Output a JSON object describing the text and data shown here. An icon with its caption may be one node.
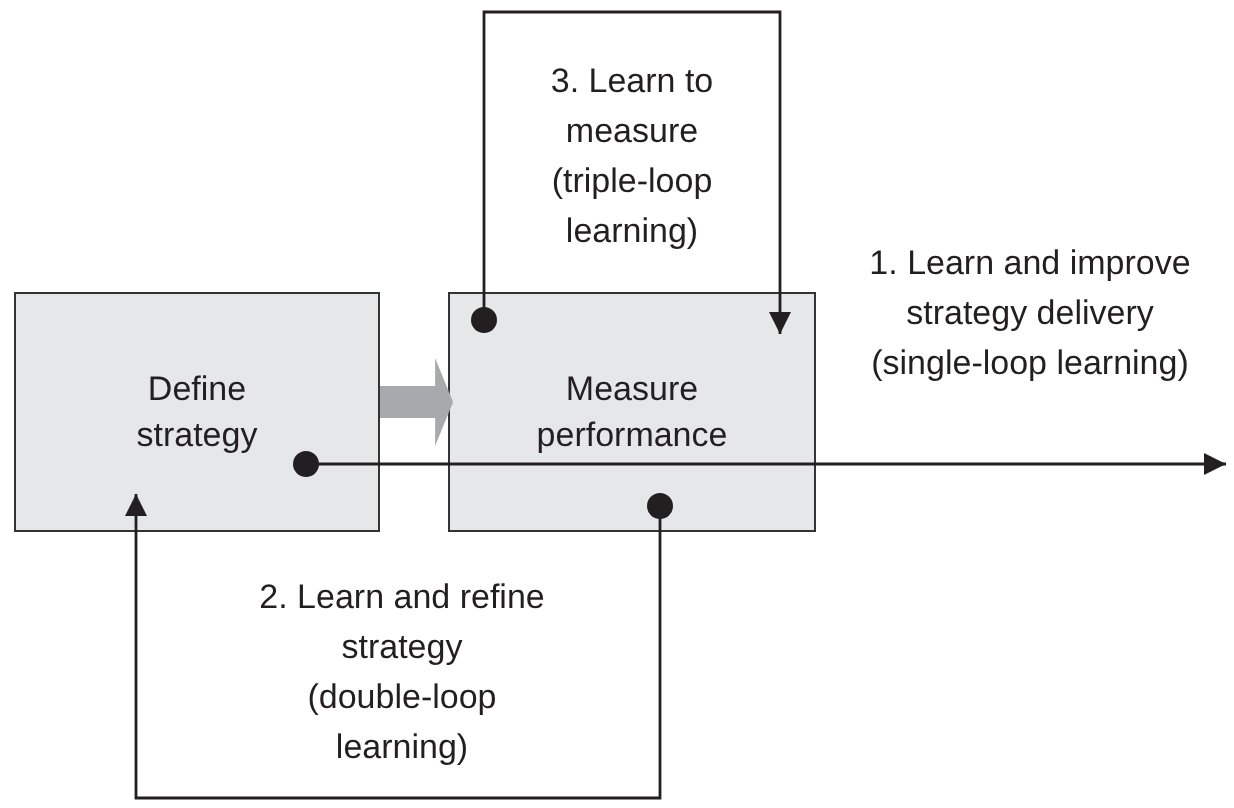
{
  "diagram": {
    "nodes": [
      {
        "text": [
          "Define strategy"
        ]
      },
      {
        "text": [
          "Measure performance"
        ]
      }
    ],
    "edges": [
      {
        "from": 0,
        "to": 1,
        "arrow": "to",
        "style": "thick",
        "color": "#a7a9ac"
      },
      {
        "from": 0,
        "to": null,
        "arrow": "to",
        "label": "1. Learn and improve strategy delivery (single-loop learning)"
      },
      {
        "from": 1,
        "to": 0,
        "arrow": "to",
        "label": "2. Learn and refine strategy (double-loop learning)"
      },
      {
        "from": 1,
        "to": 1,
        "arrow": "to",
        "label": "3. Learn to measure (triple-loop learning)"
      }
    ]
  }
}
